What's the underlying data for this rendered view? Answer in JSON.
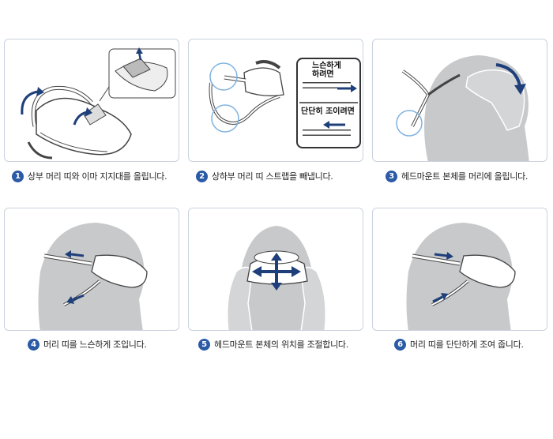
{
  "steps": [
    {
      "number": "1",
      "text": "상부 머리 띠와 이마 지지대를 올립니다."
    },
    {
      "number": "2",
      "text": "상하부 머리 띠 스트랩을 빼냅니다."
    },
    {
      "number": "3",
      "text": "헤드마운트 본체를 머리에 올립니다."
    },
    {
      "number": "4",
      "text": "머리 띠를 느슨하게 조입니다."
    },
    {
      "number": "5",
      "text": "헤드마운트 본체의 위치를 조절합니다."
    },
    {
      "number": "6",
      "text": "머리 띠를 단단하게 조여 줍니다."
    }
  ],
  "inset_step2": {
    "loosen_label": "느슨하게 하려면",
    "tighten_label": "단단히 조이려면"
  },
  "colors": {
    "badge": "#2b5aa6",
    "arrow": "#1e3f7a",
    "panel_border": "#c9d2de",
    "head": "#c7c9cb",
    "highlight_circle": "#7fb2e0"
  }
}
